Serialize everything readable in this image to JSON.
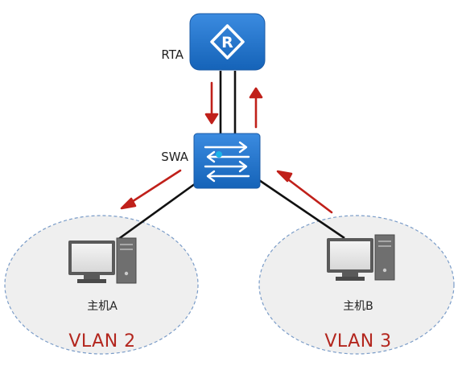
{
  "router": {
    "label": "RTA",
    "icon": "router-icon",
    "color": "#1f73c8"
  },
  "switch": {
    "label": "SWA",
    "icon": "switch-icon",
    "color": "#1f73c8"
  },
  "hosts": [
    {
      "label": "主机A",
      "icon": "pc-icon",
      "vlan": "VLAN 2"
    },
    {
      "label": "主机B",
      "icon": "pc-icon",
      "vlan": "VLAN 3"
    }
  ],
  "colors": {
    "arrow": "#c0201a",
    "link": "#111111",
    "vlan_fill": "#efefef",
    "vlan_border": "#7a9cc8",
    "vlan_text": "#b3261e"
  }
}
